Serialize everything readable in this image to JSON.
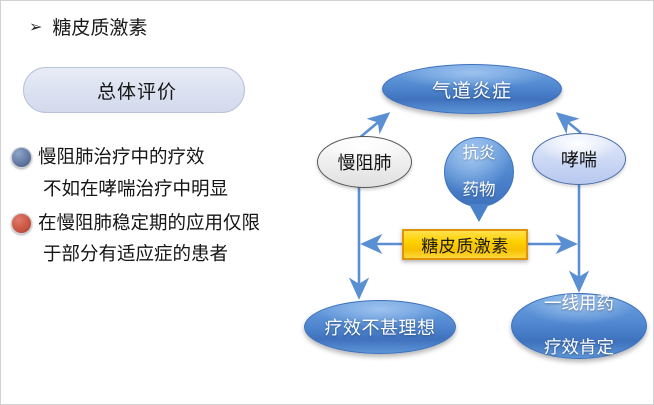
{
  "slide": {
    "heading_bullet": "➢",
    "heading": "糖皮质激素",
    "section_label": "总体评价",
    "bullets": [
      {
        "marker": "blue-sphere-bullet",
        "line1": "慢阻肺治疗中的疗效",
        "line2": "不如在哮喘治疗中明显"
      },
      {
        "marker": "red-sphere-bullet",
        "line1": "在慢阻肺稳定期的应用仅限",
        "line2": "于部分有适应症的患者"
      }
    ]
  },
  "diagram": {
    "nodes": {
      "airway_inflammation": "气道炎症",
      "copd": "慢阻肺",
      "anti_inflammatory_drug": "抗炎\n药物",
      "anti_inflammatory_drug_line1": "抗炎",
      "anti_inflammatory_drug_line2": "药物",
      "asthma": "哮喘",
      "glucocorticoid": "糖皮质激素",
      "poor_effect": "疗效不甚理想",
      "first_line_line1": "一线用药",
      "first_line_line2": "疗效肯定"
    },
    "colors": {
      "blue_fill": "#4f86cf",
      "blue_border": "#3f72bd",
      "light_blue_fill": "#cbd7f4",
      "gray_fill": "#ededed",
      "yellow_fill": "#ffd100",
      "yellow_border": "#e0920b",
      "arrow": "#5b8fd4",
      "pill_fill": "#dde3f1"
    },
    "edges": [
      {
        "from": "copd",
        "to": "airway_inflammation",
        "kind": "arrow-up-right"
      },
      {
        "from": "asthma",
        "to": "airway_inflammation",
        "kind": "arrow-up-left"
      },
      {
        "from": "anti_inflammatory_drug",
        "to": "glucocorticoid",
        "kind": "callout-tail"
      },
      {
        "from": "glucocorticoid",
        "to": "copd-branch",
        "kind": "arrow-left"
      },
      {
        "from": "glucocorticoid",
        "to": "asthma-branch",
        "kind": "arrow-right"
      },
      {
        "from": "copd",
        "to": "poor_effect",
        "kind": "arrow-down"
      },
      {
        "from": "asthma",
        "to": "first_line",
        "kind": "arrow-down"
      }
    ]
  }
}
